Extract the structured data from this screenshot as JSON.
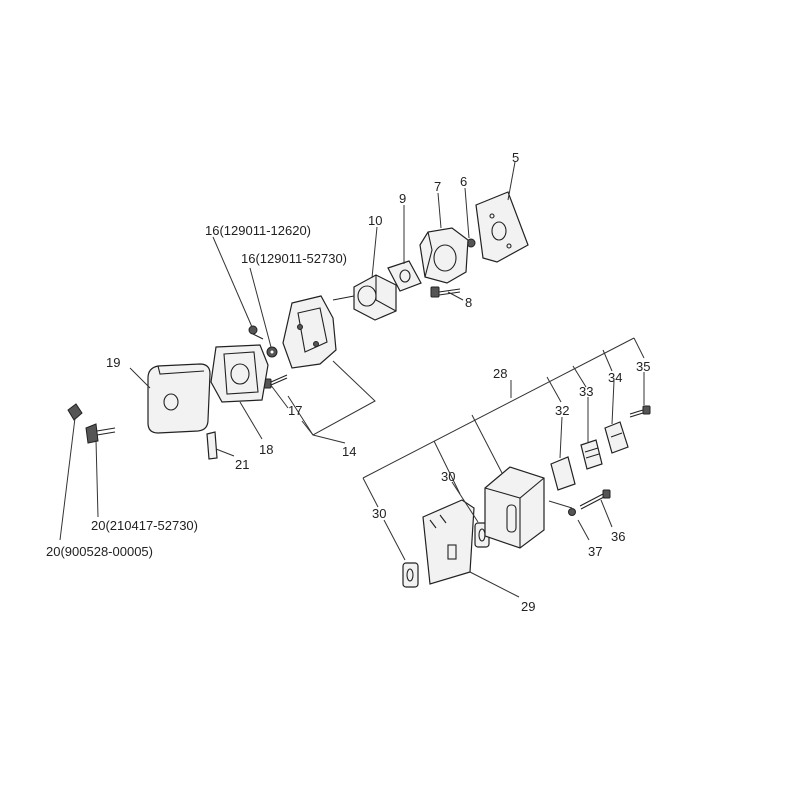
{
  "labels": {
    "l5": "5",
    "l6": "6",
    "l7": "7",
    "l8": "8",
    "l9": "9",
    "l10": "10",
    "l14": "14",
    "l16a": "16(129011-12620)",
    "l16b": "16(129011-52730)",
    "l17": "17",
    "l18": "18",
    "l19": "19",
    "l20a": "20(210417-52730)",
    "l20b": "20(900528-00005)",
    "l21": "21",
    "l28": "28",
    "l29": "29",
    "l30a": "30",
    "l30b": "30",
    "l32": "32",
    "l33": "33",
    "l34": "34",
    "l35": "35",
    "l36": "36",
    "l37": "37"
  }
}
